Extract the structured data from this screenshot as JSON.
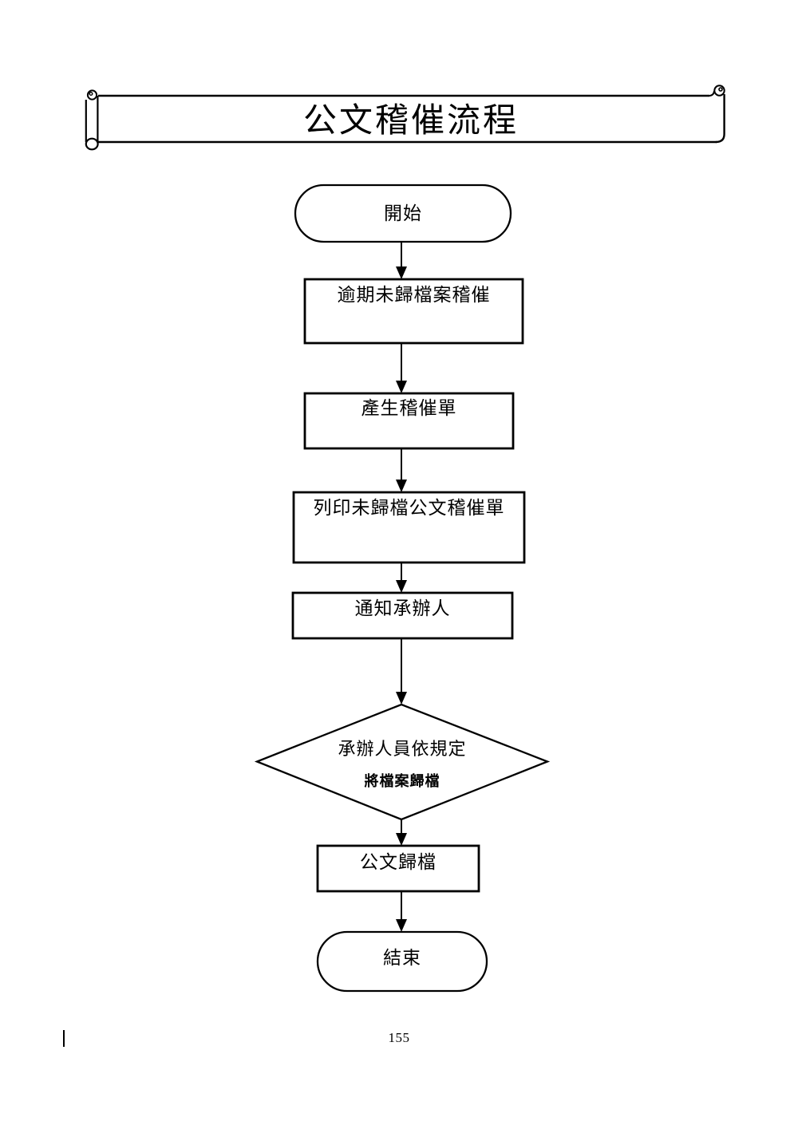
{
  "page": {
    "title": "公文稽催流程",
    "page_number": "155"
  },
  "flowchart": {
    "nodes": [
      {
        "id": "start",
        "type": "terminator",
        "label": "開始"
      },
      {
        "id": "step1",
        "type": "process",
        "label": "逾期未歸檔案稽催"
      },
      {
        "id": "step2",
        "type": "process",
        "label": "產生稽催單"
      },
      {
        "id": "step3",
        "type": "process",
        "label": "列印未歸檔公文稽催單"
      },
      {
        "id": "step4",
        "type": "process",
        "label": "通知承辦人"
      },
      {
        "id": "decision",
        "type": "decision",
        "label_line1": "承辦人員依規定",
        "label_line2": "將檔案歸檔"
      },
      {
        "id": "step5",
        "type": "process",
        "label": "公文歸檔"
      },
      {
        "id": "end",
        "type": "terminator",
        "label": "結束"
      }
    ]
  },
  "colors": {
    "line": "#000000",
    "background": "#ffffff"
  }
}
